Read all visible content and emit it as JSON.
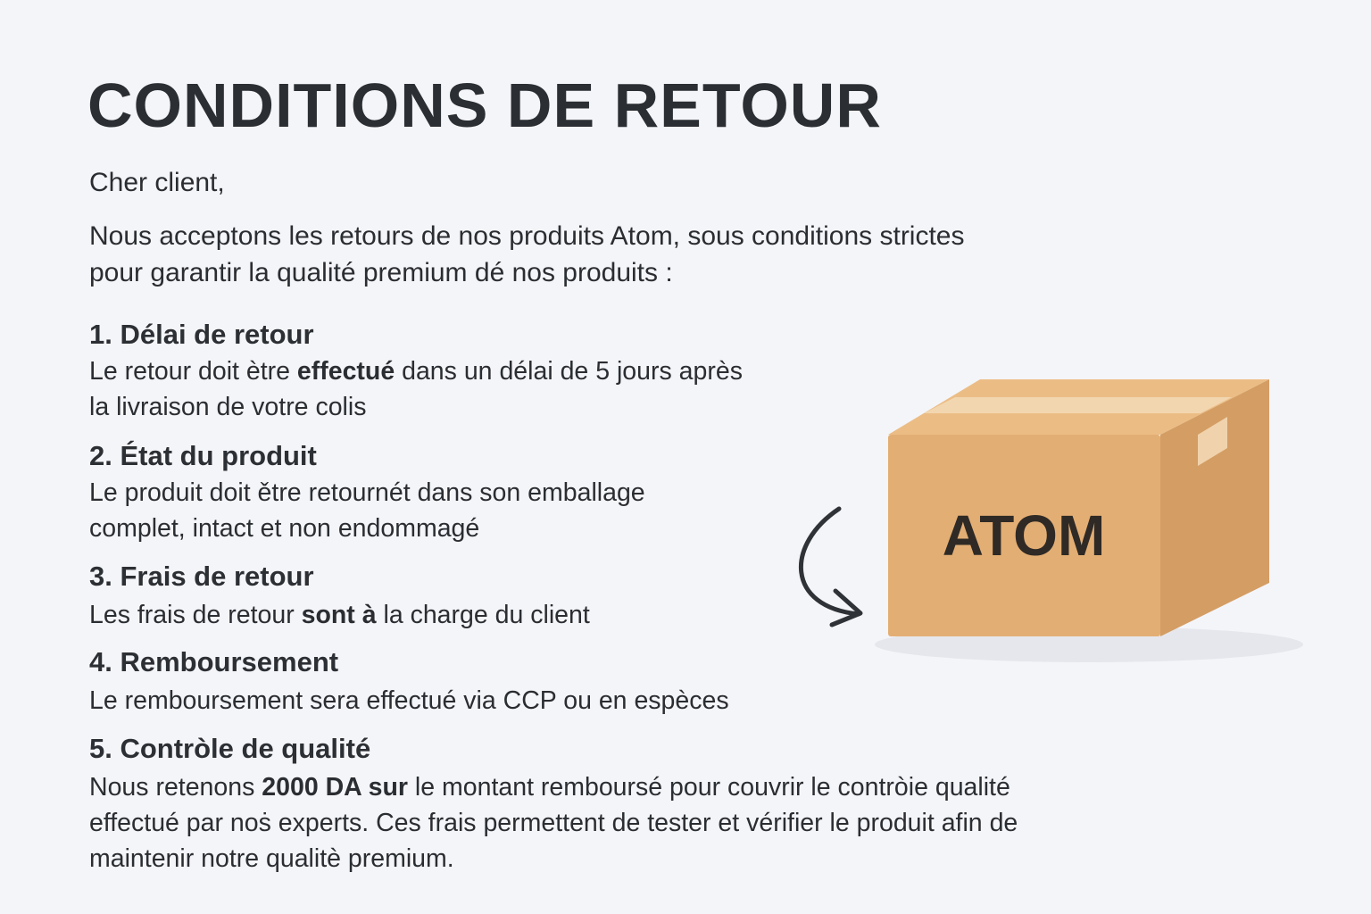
{
  "title": "CONDITIONS DE RETOUR",
  "greeting": "Cher client,",
  "intro": [
    "Nous acceptons les retours de nos produits Atom, sous conditions strictes",
    "pour garantir la qualité premium dé nos produits :"
  ],
  "sections": [
    {
      "heading": "1. Délai de retour",
      "lines": [
        {
          "a": "Le retour doit ètre ",
          "b": "effectué",
          "c": " dans un délai de 5 jours après"
        },
        {
          "a": "la livraison de votre colis"
        }
      ]
    },
    {
      "heading": "2. État du produit",
      "lines": [
        {
          "a": "Le produit doit ětre retournét dans son emballage"
        },
        {
          "a": "complet, intact et non endommagé"
        }
      ]
    },
    {
      "heading": "3. Frais de retour",
      "lines": [
        {
          "a": "Les frais de retour ",
          "b": "sont à",
          "c": " la charge du client"
        }
      ]
    },
    {
      "heading": "4. Remboursement",
      "lines": [
        {
          "a": "Le remboursement sera effectué via CCP ou en espèces"
        }
      ]
    },
    {
      "heading": "5. Contròle de qualité",
      "lines": [
        {
          "a": "Nous retenons ",
          "b": "2000 DA sur",
          "c": " le montant remboursé pour couvrir le contròie qualité"
        },
        {
          "a": "effectué par noṡ experts. Ces frais permettent de tester et vérifier le produit afin de"
        },
        {
          "a": "maintenir notre qualitè premium."
        }
      ]
    }
  ],
  "box_label": "ATOM",
  "colors": {
    "background": "#f4f5f9",
    "text": "#2a2d31",
    "box_front": "#e3ae74",
    "box_side": "#d49d63",
    "box_top": "#ebbd85",
    "tape": "#f2d6b0"
  }
}
